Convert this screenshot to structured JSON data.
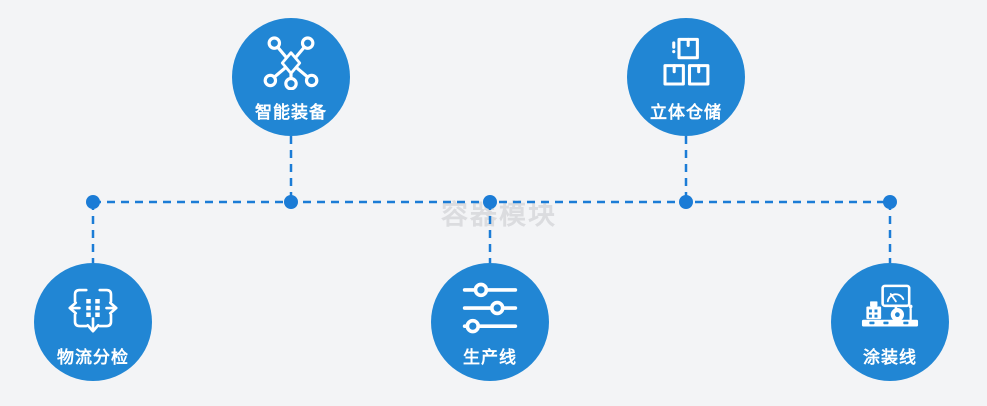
{
  "diagram_title": "",
  "watermark": "容器模块",
  "colors": {
    "circle_blue": "#2186d4",
    "line_blue": "#1b7cd6",
    "background": "#f3f4f6",
    "label_white": "#ffffff",
    "watermark_gray": "#d7d8dc"
  },
  "nodes": [
    {
      "label": "智能装备",
      "icon": "network-nodes-icon",
      "row": "top"
    },
    {
      "label": "立体仓储",
      "icon": "stacked-boxes-icon",
      "row": "top"
    },
    {
      "label": "物流分检",
      "icon": "sort-distribute-icon",
      "row": "bottom"
    },
    {
      "label": "生产线",
      "icon": "sliders-icon",
      "row": "bottom"
    },
    {
      "label": "涂装线",
      "icon": "coating-machine-icon",
      "row": "bottom"
    }
  ],
  "connector": {
    "style": "dashed",
    "junction_count": 5
  }
}
